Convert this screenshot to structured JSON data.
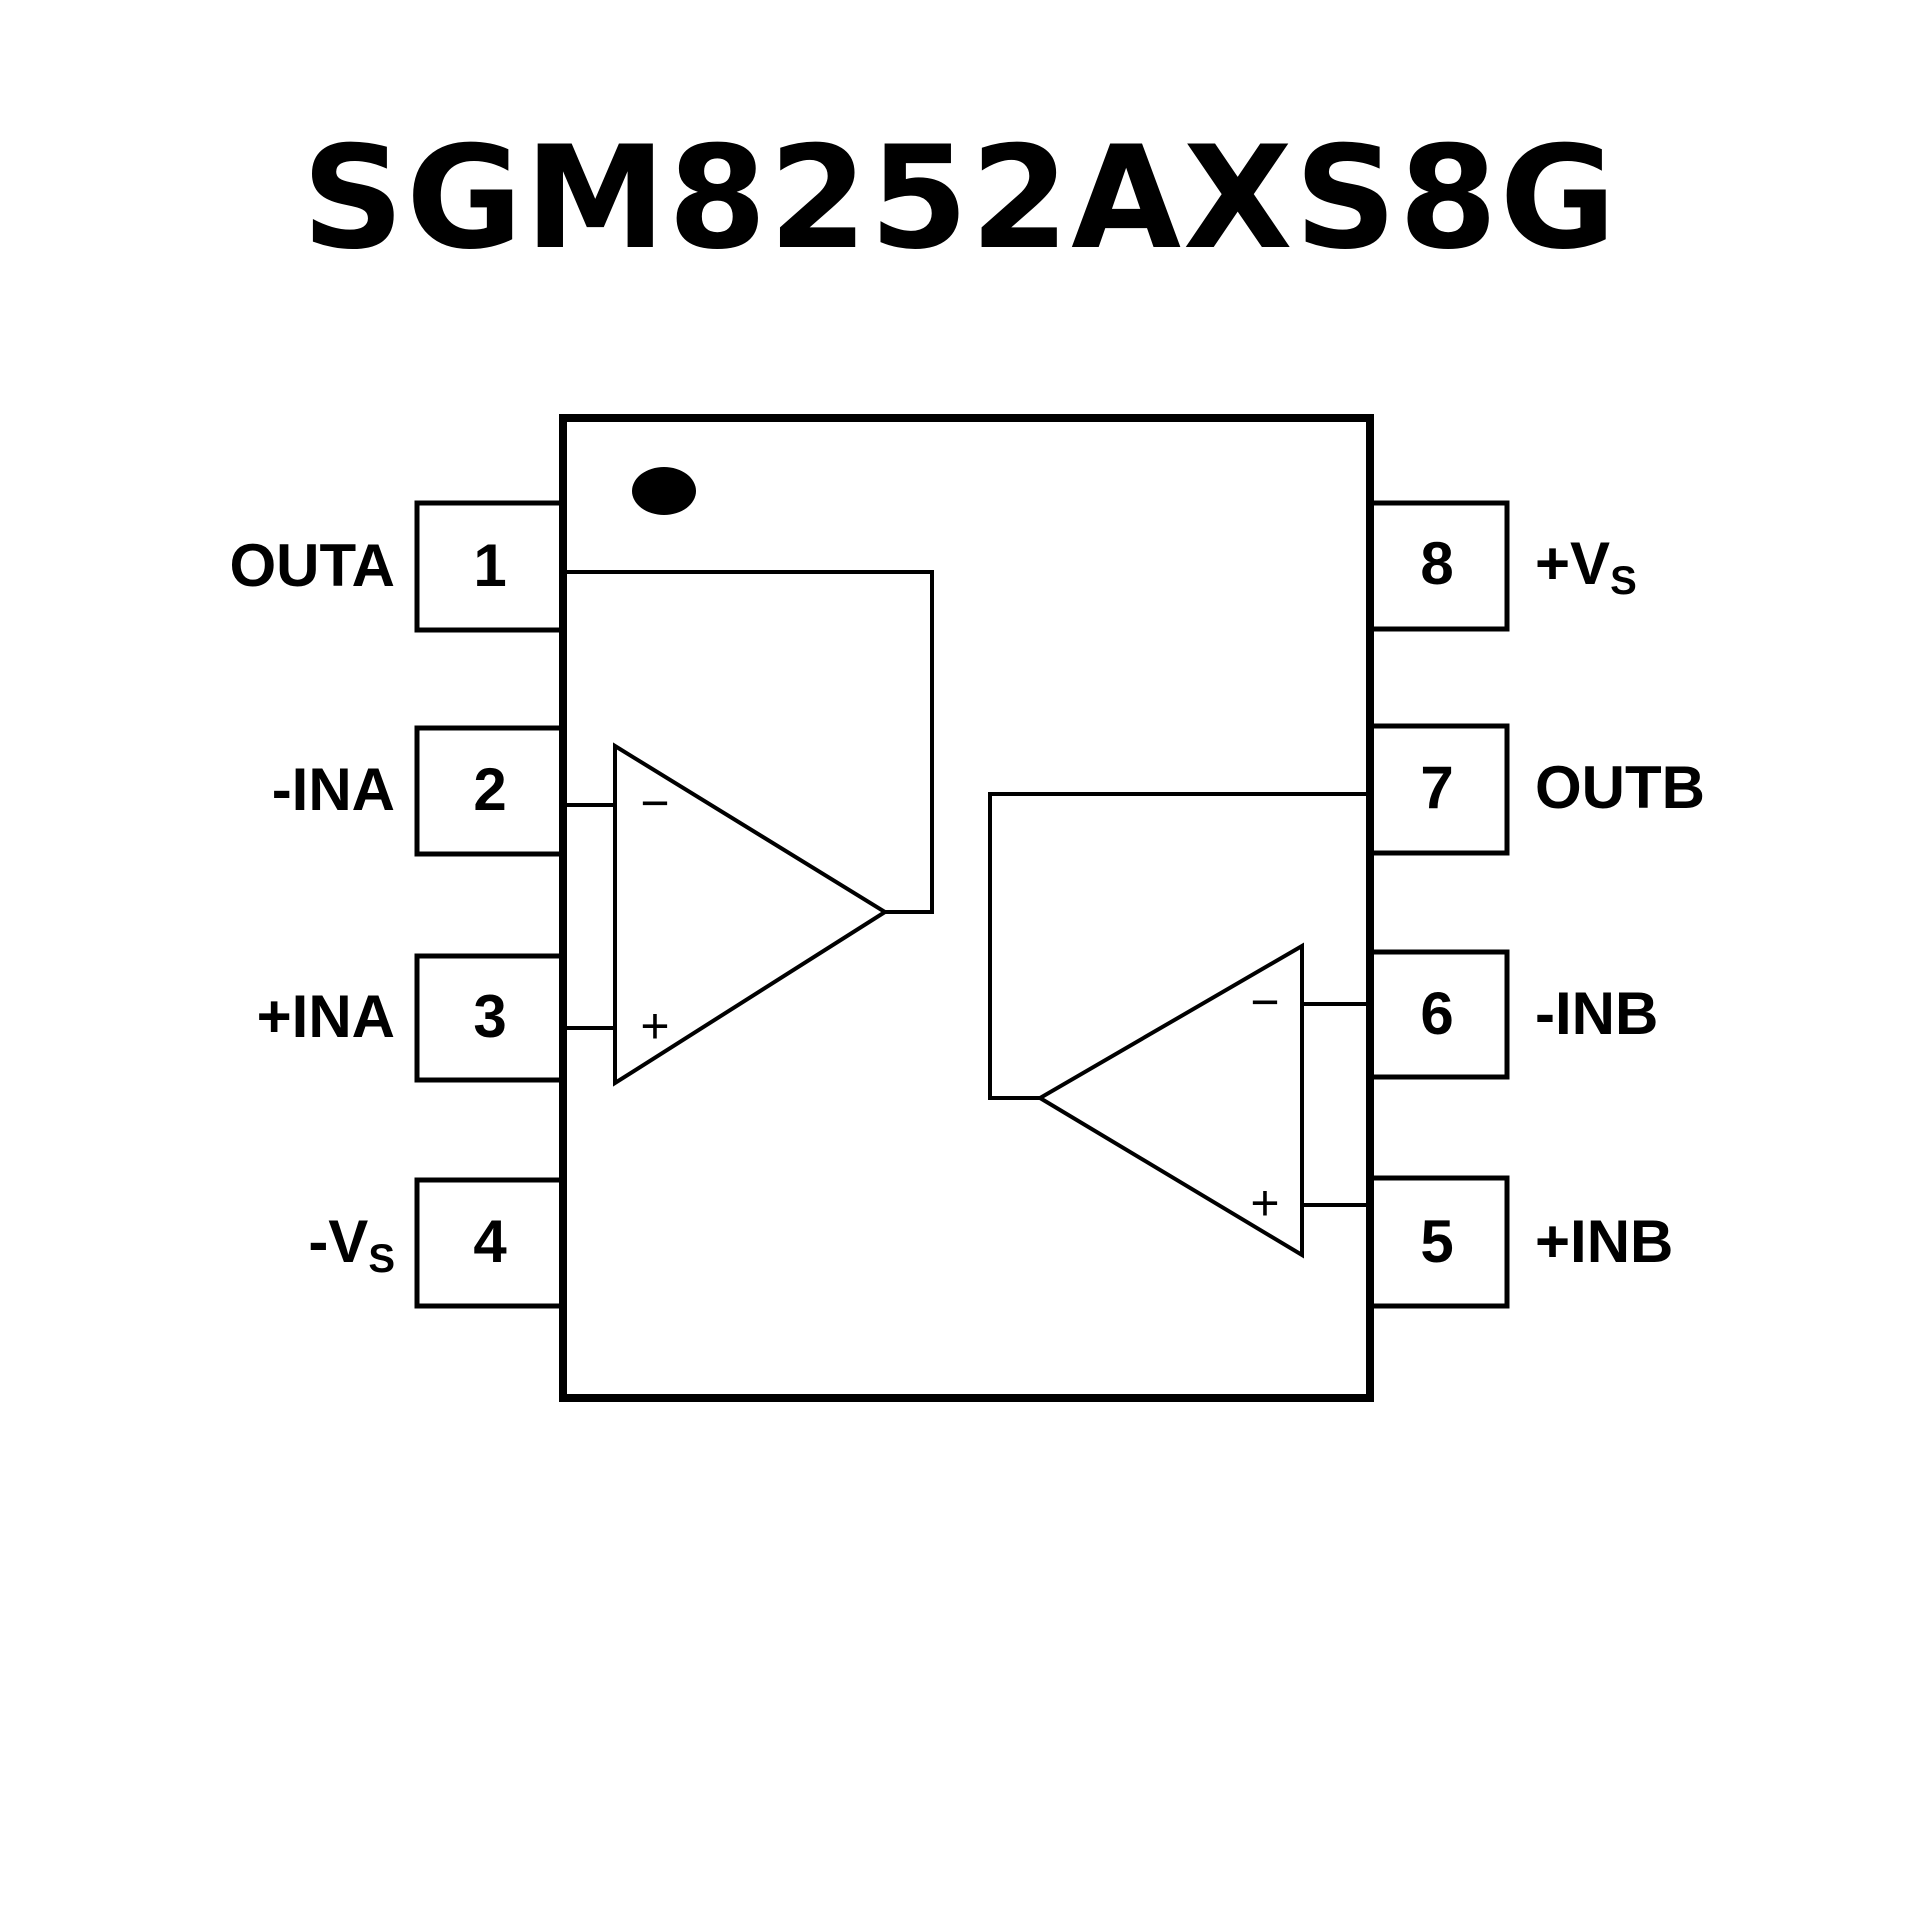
{
  "title": "SGM8252AXS8G",
  "pins_left": [
    {
      "number": "1",
      "label": "OUTA",
      "sub": ""
    },
    {
      "number": "2",
      "label": "-INA",
      "sub": ""
    },
    {
      "number": "3",
      "label": "+INA",
      "sub": ""
    },
    {
      "number": "4",
      "label": "-V",
      "sub": "S"
    }
  ],
  "pins_right": [
    {
      "number": "8",
      "label": "+V",
      "sub": "S"
    },
    {
      "number": "7",
      "label": "OUTB",
      "sub": ""
    },
    {
      "number": "6",
      "label": "-INB",
      "sub": ""
    },
    {
      "number": "5",
      "label": "+INB",
      "sub": ""
    }
  ],
  "amp_a": {
    "minus": "−",
    "plus": "+"
  },
  "amp_b": {
    "minus": "−",
    "plus": "+"
  },
  "colors": {
    "stroke": "#000000",
    "background": "#ffffff"
  }
}
